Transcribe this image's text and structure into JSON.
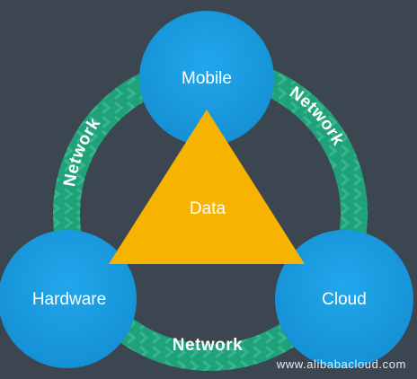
{
  "nodes": {
    "mobile": "Mobile",
    "hardware": "Hardware",
    "cloud": "Cloud"
  },
  "core": "Data",
  "links": {
    "left": "Network",
    "right": "Network",
    "bottom": "Network"
  },
  "watermark": "www.alibabacloud.com",
  "colors": {
    "background": "#3c4650",
    "node": "#1b9be0",
    "ring": "#1fa27a",
    "ring_chevron": "#4cc49b",
    "core": "#f6b400"
  }
}
